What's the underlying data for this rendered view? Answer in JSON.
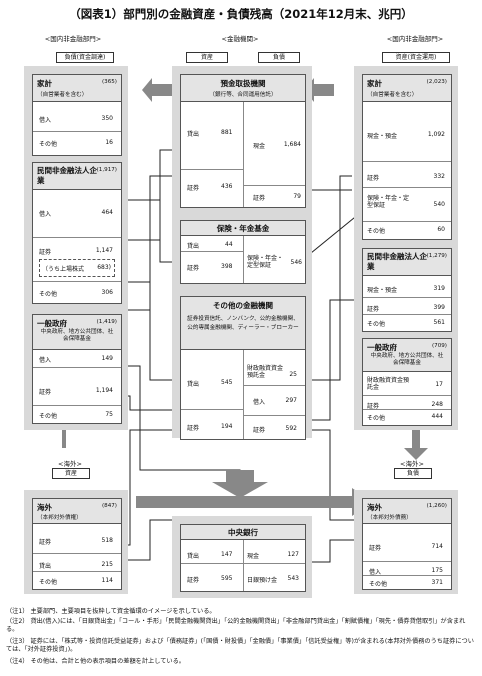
{
  "title": "（図表1）部門別の金融資産・負債残高（2021年12月末、兆円）",
  "sections": {
    "domestic_left": "<国内非金融部門>",
    "financial": "<金融機関>",
    "domestic_right": "<国内非金融部門>",
    "overseas_left": "<海外>",
    "overseas_right": "<海外>"
  },
  "tags": {
    "left_liab": "負債(資金調達)",
    "fin_assets": "資産",
    "fin_liab": "負債",
    "right_assets": "資産(資金運用)",
    "ov_assets": "資産",
    "ov_liab": "負債"
  },
  "households_left": {
    "name": "家計",
    "total": "(365)",
    "sub": "（自営業者を含む）",
    "items": [
      {
        "label": "借入",
        "value": "350"
      },
      {
        "label": "その他",
        "value": "16"
      }
    ]
  },
  "corp_left": {
    "name": "民間非金融法人企業",
    "total": "(1,917)",
    "items": [
      {
        "label": "借入",
        "value": "464"
      },
      {
        "label": "証券",
        "value": "1,147"
      },
      {
        "label": "（うち上場株式",
        "value": "683)"
      },
      {
        "label": "その他",
        "value": "306"
      }
    ]
  },
  "gov_left": {
    "name": "一般政府",
    "total": "(1,419)",
    "sub": "中央政府、地方公共団体、社会保障基金",
    "items": [
      {
        "label": "借入",
        "value": "149"
      },
      {
        "label": "証券",
        "value": "1,194"
      },
      {
        "label": "その他",
        "value": "75"
      }
    ]
  },
  "overseas_left": {
    "name": "海外",
    "total": "(847)",
    "sub": "（本邦対外債権）",
    "items": [
      {
        "label": "証券",
        "value": "518"
      },
      {
        "label": "貸出",
        "value": "215"
      },
      {
        "label": "その他",
        "value": "114"
      }
    ]
  },
  "depository": {
    "name": "預金取扱機関",
    "sub": "（銀行等、合同運用信託）",
    "assets": [
      {
        "label": "貸出",
        "value": "881"
      },
      {
        "label": "証券",
        "value": "436"
      }
    ],
    "liabs": [
      {
        "label": "現金",
        "value": "1,684"
      },
      {
        "label": "証券",
        "value": "79"
      }
    ]
  },
  "insurance": {
    "name": "保険・年金基金",
    "assets": [
      {
        "label": "貸出",
        "value": "44"
      },
      {
        "label": "証券",
        "value": "398"
      }
    ],
    "liabs": [
      {
        "label": "保険・年金・定型保証",
        "value": "546"
      }
    ]
  },
  "other_fin": {
    "name": "その他の金融機関",
    "sub": "証券投資信託、ノンバンク、公的金融機関、公的専属金融機関、ディーラー・ブローカー",
    "assets": [
      {
        "label": "貸出",
        "value": "545"
      },
      {
        "label": "証券",
        "value": "194"
      }
    ],
    "liabs": [
      {
        "label": "財政融資資金預託金",
        "value": "25"
      },
      {
        "label": "借入",
        "value": "297"
      },
      {
        "label": "証券",
        "value": "592"
      }
    ]
  },
  "central_bank": {
    "name": "中央銀行",
    "assets": [
      {
        "label": "貸出",
        "value": "147"
      },
      {
        "label": "証券",
        "value": "595"
      }
    ],
    "liabs": [
      {
        "label": "現金",
        "value": "127"
      },
      {
        "label": "日銀預け金",
        "value": "543"
      }
    ]
  },
  "households_right": {
    "name": "家計",
    "total": "(2,023)",
    "sub": "（自営業者を含む）",
    "items": [
      {
        "label": "現金・預金",
        "value": "1,092"
      },
      {
        "label": "証券",
        "value": "332"
      },
      {
        "label": "保険・年金・定型保証",
        "value": "540"
      },
      {
        "label": "その他",
        "value": "60"
      }
    ]
  },
  "corp_right": {
    "name": "民間非金融法人企業",
    "total": "(1,279)",
    "items": [
      {
        "label": "現金・預金",
        "value": "319"
      },
      {
        "label": "証券",
        "value": "399"
      },
      {
        "label": "その他",
        "value": "561"
      }
    ]
  },
  "gov_right": {
    "name": "一般政府",
    "total": "(709)",
    "sub": "中央政府、地方公共団体、社会保障基金",
    "items": [
      {
        "label": "財政融資資金預託金",
        "value": "17"
      },
      {
        "label": "証券",
        "value": "248"
      },
      {
        "label": "その他",
        "value": "444"
      }
    ]
  },
  "overseas_right": {
    "name": "海外",
    "total": "(1,260)",
    "sub": "（本邦対外債務）",
    "items": [
      {
        "label": "証券",
        "value": "714"
      },
      {
        "label": "借入",
        "value": "175"
      },
      {
        "label": "その他",
        "value": "371"
      }
    ]
  },
  "notes": [
    "（注1） 主要部門、主要項目を抜粋して資金循環のイメージを示している。",
    "（注2） 貸出(借入)には、「日銀貸出金」「コール・手形」「民間金融機関貸出」「公的金融機関貸出」「非金融部門貸出金」「割賦債権」「現先・債券貸借取引」が含まれる。",
    "（注3） 証券には、「株式等・投資信託受益証券」および「債務証券」(「国債・財投債」「金融債」「事業債」「信託受益権」等)が含まれる(本邦対外債務のうち証券については、「対外証券投資」)。",
    "（注4） その他は、合計と他の表示項目の差額を計上している。"
  ]
}
